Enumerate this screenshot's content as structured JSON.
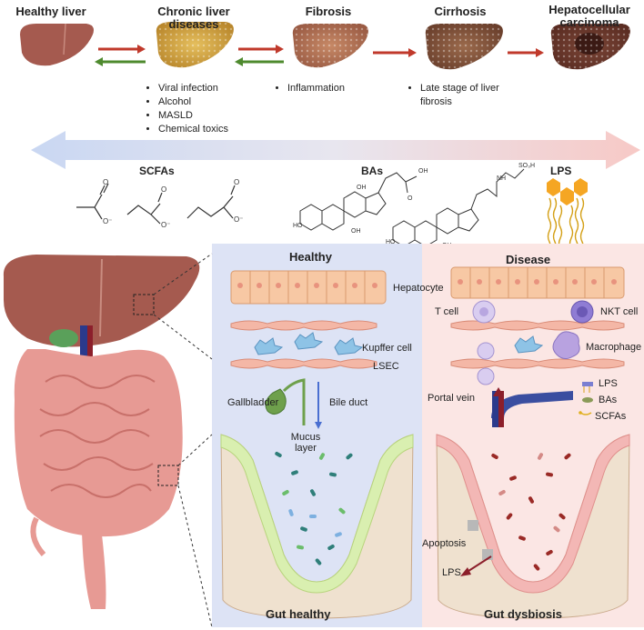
{
  "stages": [
    {
      "id": "healthy",
      "title": "Healthy liver"
    },
    {
      "id": "chronic",
      "title": "Chronic liver diseases",
      "bullets": [
        "Viral infection",
        "Alcohol",
        "MASLD",
        "Chemical toxics"
      ]
    },
    {
      "id": "fibrosis",
      "title": "Fibrosis",
      "bullets": [
        "Inflammation"
      ]
    },
    {
      "id": "cirrhosis",
      "title": "Cirrhosis",
      "bullets": [
        "Late stage of liver fibrosis"
      ]
    },
    {
      "id": "hcc",
      "title": "Hepatocellular carcinoma"
    }
  ],
  "molecules": {
    "scfas": "SCFAs",
    "bas": "BAs",
    "lps": "LPS"
  },
  "healthy_panel": {
    "title": "Healthy",
    "hepatocyte": "Hepatocyte",
    "kupffer": "Kupffer cell",
    "lsec": "LSEC",
    "gallbladder": "Gallbladder",
    "bile_duct": "Bile duct",
    "mucus": "Mucus layer",
    "footer": "Gut healthy"
  },
  "disease_panel": {
    "title": "Disease",
    "t_cell": "T cell",
    "nkt_cell": "NKT cell",
    "macrophage": "Macrophage",
    "portal_vein": "Portal vein",
    "legend": [
      "LPS",
      "BAs",
      "SCFAs"
    ],
    "apoptosis": "Apoptosis",
    "lps_out": "LPS",
    "footer": "Gut dysbiosis"
  },
  "colors": {
    "healthy_bg": "#dde3f5",
    "disease_bg": "#fbe6e4",
    "arrow_red": "#c0392b",
    "arrow_green": "#4e8a2e",
    "liver": "#a0524a",
    "liver_fatty": "#d2a64a",
    "gut": "#e79a94"
  }
}
